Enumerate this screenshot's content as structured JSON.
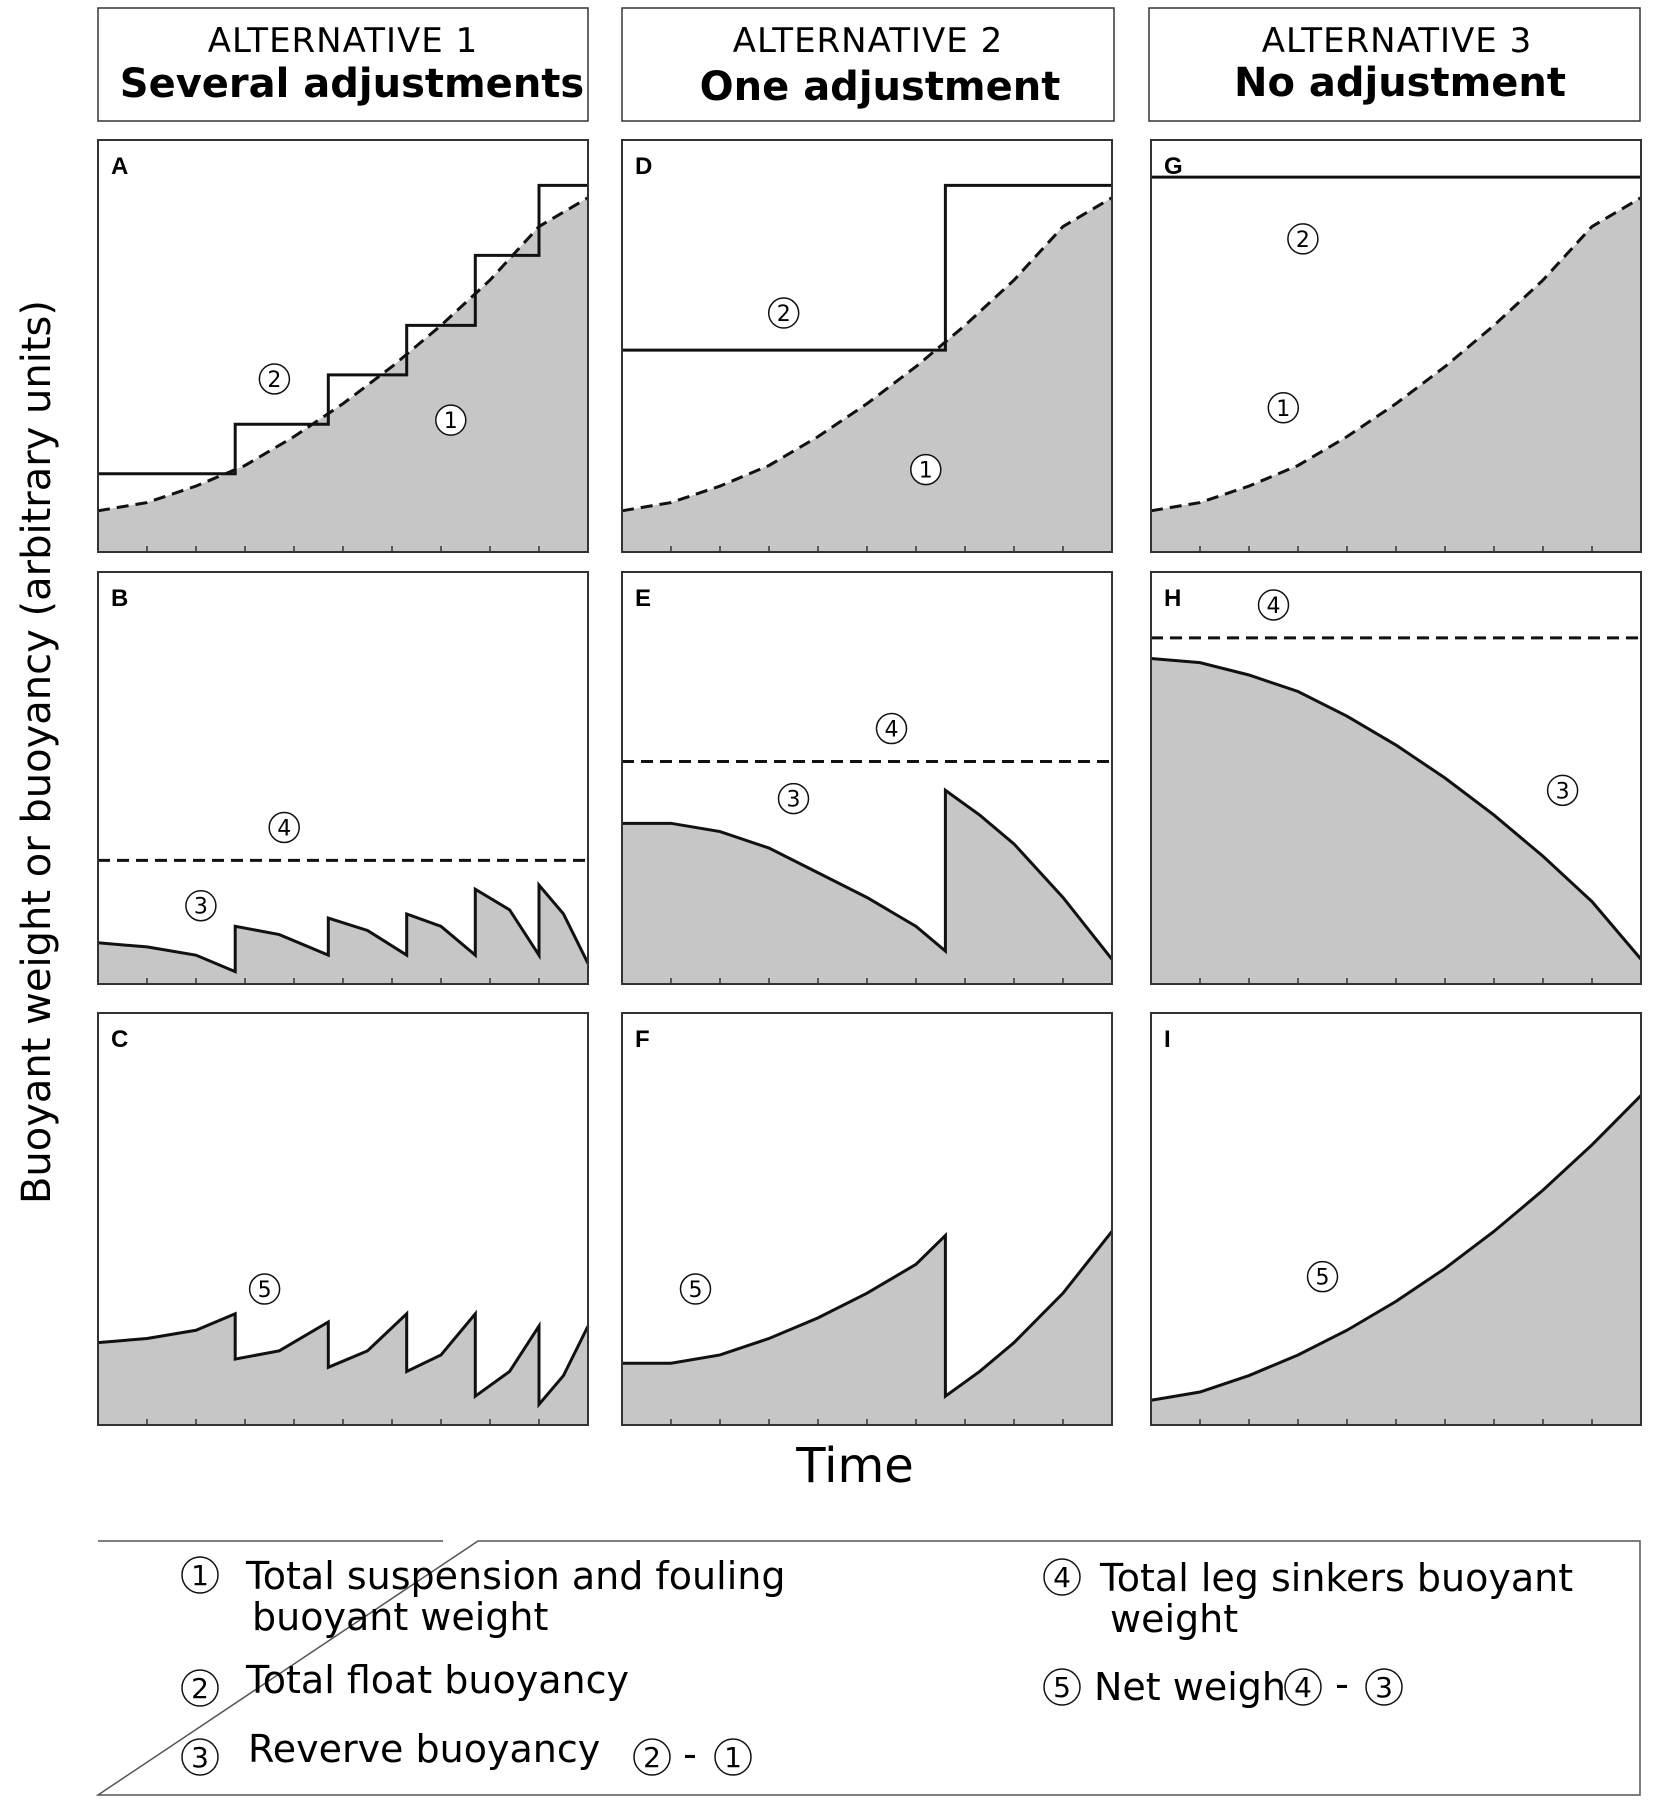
{
  "headers": [
    {
      "line1": "ALTERNATIVE 1",
      "line2": "Several adjustments"
    },
    {
      "line1": "ALTERNATIVE 2",
      "line2": "One adjustment"
    },
    {
      "line1": "ALTERNATIVE 3",
      "line2": "No adjustment"
    }
  ],
  "y_axis_label": "Buoyant weight or buoyancy (arbitrary units)",
  "x_axis_label": "Time",
  "legend": [
    {
      "num": "1",
      "lines": [
        "Total suspension and fouling",
        "buoyant weight"
      ]
    },
    {
      "num": "2",
      "lines": [
        "Total float buoyancy"
      ]
    },
    {
      "num": "3",
      "lines": [
        "Reverve buoyancy"
      ],
      "formula": [
        "2",
        "-",
        "1"
      ]
    },
    {
      "num": "4",
      "lines": [
        "Total leg sinkers buoyant",
        "weight"
      ]
    },
    {
      "num": "5",
      "lines": [
        "Net weight"
      ],
      "formula": [
        "4",
        "-",
        "3"
      ]
    }
  ],
  "chart_data": [
    {
      "panel": "A",
      "type": "line",
      "xlim": [
        0,
        1
      ],
      "ylim": [
        0,
        1
      ],
      "series": [
        {
          "id": "1",
          "style": "dashed",
          "fill": "#c6c6c6",
          "x": [
            0,
            0.1,
            0.2,
            0.3,
            0.4,
            0.5,
            0.6,
            0.7,
            0.8,
            0.9,
            1.0
          ],
          "y": [
            0.1,
            0.12,
            0.16,
            0.21,
            0.28,
            0.36,
            0.45,
            0.55,
            0.66,
            0.79,
            0.86
          ]
        },
        {
          "id": "2",
          "style": "step",
          "x": [
            0,
            0.28,
            0.28,
            0.47,
            0.47,
            0.63,
            0.63,
            0.77,
            0.77,
            0.9,
            0.9,
            1.0
          ],
          "y": [
            0.19,
            0.19,
            0.31,
            0.31,
            0.43,
            0.43,
            0.55,
            0.55,
            0.72,
            0.72,
            0.89,
            0.89
          ]
        }
      ],
      "markers": [
        {
          "num": "2",
          "x": 0.36,
          "y": 0.42
        },
        {
          "num": "1",
          "x": 0.72,
          "y": 0.32
        }
      ]
    },
    {
      "panel": "B",
      "type": "line",
      "xlim": [
        0,
        1
      ],
      "ylim": [
        0,
        1
      ],
      "series": [
        {
          "id": "4",
          "style": "dashed",
          "x": [
            0,
            1
          ],
          "y": [
            0.3,
            0.3
          ]
        },
        {
          "id": "3",
          "style": "solid",
          "fill": "#c6c6c6",
          "x": [
            0,
            0.1,
            0.2,
            0.28,
            0.28,
            0.37,
            0.47,
            0.47,
            0.55,
            0.63,
            0.63,
            0.7,
            0.77,
            0.77,
            0.84,
            0.9,
            0.9,
            0.95,
            1.0
          ],
          "y": [
            0.1,
            0.09,
            0.07,
            0.03,
            0.14,
            0.12,
            0.07,
            0.16,
            0.13,
            0.07,
            0.17,
            0.14,
            0.07,
            0.23,
            0.18,
            0.07,
            0.24,
            0.17,
            0.05
          ]
        }
      ],
      "markers": [
        {
          "num": "4",
          "x": 0.38,
          "y": 0.38
        },
        {
          "num": "3",
          "x": 0.21,
          "y": 0.19
        }
      ]
    },
    {
      "panel": "C",
      "type": "line",
      "xlim": [
        0,
        1
      ],
      "ylim": [
        0,
        1
      ],
      "series": [
        {
          "id": "5",
          "style": "solid",
          "fill": "#c6c6c6",
          "x": [
            0,
            0.1,
            0.2,
            0.28,
            0.28,
            0.37,
            0.47,
            0.47,
            0.55,
            0.63,
            0.63,
            0.7,
            0.77,
            0.77,
            0.84,
            0.9,
            0.9,
            0.95,
            1.0
          ],
          "y": [
            0.2,
            0.21,
            0.23,
            0.27,
            0.16,
            0.18,
            0.25,
            0.14,
            0.18,
            0.27,
            0.13,
            0.17,
            0.27,
            0.07,
            0.13,
            0.24,
            0.05,
            0.12,
            0.24
          ]
        }
      ],
      "markers": [
        {
          "num": "5",
          "x": 0.34,
          "y": 0.33
        }
      ]
    },
    {
      "panel": "D",
      "type": "line",
      "xlim": [
        0,
        1
      ],
      "ylim": [
        0,
        1
      ],
      "series": [
        {
          "id": "1",
          "style": "dashed",
          "fill": "#c6c6c6",
          "x": [
            0,
            0.1,
            0.2,
            0.3,
            0.4,
            0.5,
            0.6,
            0.7,
            0.8,
            0.9,
            1.0
          ],
          "y": [
            0.1,
            0.12,
            0.16,
            0.21,
            0.28,
            0.36,
            0.45,
            0.55,
            0.66,
            0.79,
            0.86
          ]
        },
        {
          "id": "2",
          "style": "step",
          "x": [
            0,
            0.66,
            0.66,
            1.0
          ],
          "y": [
            0.49,
            0.49,
            0.89,
            0.89
          ]
        }
      ],
      "markers": [
        {
          "num": "2",
          "x": 0.33,
          "y": 0.58
        },
        {
          "num": "1",
          "x": 0.62,
          "y": 0.2
        }
      ]
    },
    {
      "panel": "E",
      "type": "line",
      "xlim": [
        0,
        1
      ],
      "ylim": [
        0,
        1
      ],
      "series": [
        {
          "id": "4",
          "style": "dashed",
          "x": [
            0,
            1
          ],
          "y": [
            0.54,
            0.54
          ]
        },
        {
          "id": "3",
          "style": "solid",
          "fill": "#c6c6c6",
          "x": [
            0,
            0.1,
            0.2,
            0.3,
            0.4,
            0.5,
            0.6,
            0.66,
            0.66,
            0.73,
            0.8,
            0.9,
            1.0
          ],
          "y": [
            0.39,
            0.39,
            0.37,
            0.33,
            0.27,
            0.21,
            0.14,
            0.08,
            0.47,
            0.41,
            0.34,
            0.21,
            0.06
          ]
        }
      ],
      "markers": [
        {
          "num": "4",
          "x": 0.55,
          "y": 0.62
        },
        {
          "num": "3",
          "x": 0.35,
          "y": 0.45
        }
      ]
    },
    {
      "panel": "F",
      "type": "line",
      "xlim": [
        0,
        1
      ],
      "ylim": [
        0,
        1
      ],
      "series": [
        {
          "id": "5",
          "style": "solid",
          "fill": "#c6c6c6",
          "x": [
            0,
            0.1,
            0.2,
            0.3,
            0.4,
            0.5,
            0.6,
            0.66,
            0.66,
            0.73,
            0.8,
            0.9,
            1.0
          ],
          "y": [
            0.15,
            0.15,
            0.17,
            0.21,
            0.26,
            0.32,
            0.39,
            0.46,
            0.07,
            0.13,
            0.2,
            0.32,
            0.47
          ]
        }
      ],
      "markers": [
        {
          "num": "5",
          "x": 0.15,
          "y": 0.33
        }
      ]
    },
    {
      "panel": "G",
      "type": "line",
      "xlim": [
        0,
        1
      ],
      "ylim": [
        0,
        1
      ],
      "series": [
        {
          "id": "1",
          "style": "dashed",
          "fill": "#c6c6c6",
          "x": [
            0,
            0.1,
            0.2,
            0.3,
            0.4,
            0.5,
            0.6,
            0.7,
            0.8,
            0.9,
            1.0
          ],
          "y": [
            0.1,
            0.12,
            0.16,
            0.21,
            0.28,
            0.36,
            0.45,
            0.55,
            0.66,
            0.79,
            0.86
          ]
        },
        {
          "id": "2",
          "style": "solid",
          "x": [
            0,
            1
          ],
          "y": [
            0.91,
            0.91
          ]
        }
      ],
      "markers": [
        {
          "num": "2",
          "x": 0.31,
          "y": 0.76
        },
        {
          "num": "1",
          "x": 0.27,
          "y": 0.35
        }
      ]
    },
    {
      "panel": "H",
      "type": "line",
      "xlim": [
        0,
        1
      ],
      "ylim": [
        0,
        1
      ],
      "series": [
        {
          "id": "4",
          "style": "dashed",
          "x": [
            0,
            1
          ],
          "y": [
            0.84,
            0.84
          ]
        },
        {
          "id": "3",
          "style": "solid",
          "fill": "#c6c6c6",
          "x": [
            0,
            0.1,
            0.2,
            0.3,
            0.4,
            0.5,
            0.6,
            0.7,
            0.8,
            0.9,
            1.0
          ],
          "y": [
            0.79,
            0.78,
            0.75,
            0.71,
            0.65,
            0.58,
            0.5,
            0.41,
            0.31,
            0.2,
            0.06
          ]
        }
      ],
      "markers": [
        {
          "num": "4",
          "x": 0.25,
          "y": 0.92
        },
        {
          "num": "3",
          "x": 0.84,
          "y": 0.47
        }
      ]
    },
    {
      "panel": "I",
      "type": "line",
      "xlim": [
        0,
        1
      ],
      "ylim": [
        0,
        1
      ],
      "series": [
        {
          "id": "5",
          "style": "solid",
          "fill": "#c6c6c6",
          "x": [
            0,
            0.1,
            0.2,
            0.3,
            0.4,
            0.5,
            0.6,
            0.7,
            0.8,
            0.9,
            1.0
          ],
          "y": [
            0.06,
            0.08,
            0.12,
            0.17,
            0.23,
            0.3,
            0.38,
            0.47,
            0.57,
            0.68,
            0.8
          ]
        }
      ],
      "markers": [
        {
          "num": "5",
          "x": 0.35,
          "y": 0.36
        }
      ]
    }
  ]
}
